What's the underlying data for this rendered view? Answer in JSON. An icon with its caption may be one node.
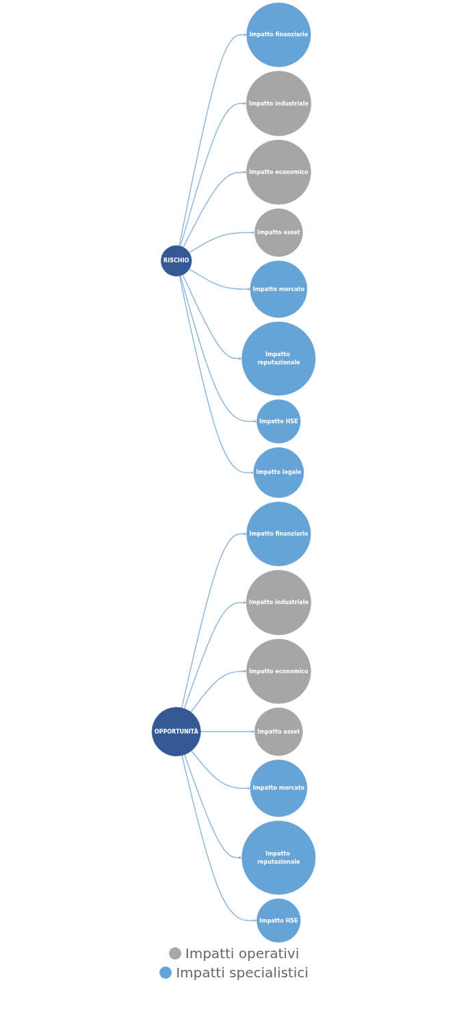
{
  "diagram": {
    "nodes": [
      {
        "text": [
          "RISCHIO"
        ]
      },
      {
        "text": [
          "Impatto finanziario"
        ]
      },
      {
        "text": [
          "Impatto industriale"
        ]
      },
      {
        "text": [
          "Impatto economico"
        ]
      },
      {
        "text": [
          "Impatto asset"
        ]
      },
      {
        "text": [
          "Impatto mercato"
        ]
      },
      {
        "text": [
          "Impatto reputazionale"
        ]
      },
      {
        "text": [
          "Impatto HSE"
        ]
      },
      {
        "text": [
          "Impatto legale"
        ]
      },
      {
        "text": [
          "OPPORTUNITÀ"
        ]
      },
      {
        "text": [
          "Impatto finanziario"
        ]
      },
      {
        "text": [
          "Impatto industriale"
        ]
      },
      {
        "text": [
          "Impatto economico"
        ]
      },
      {
        "text": [
          "Impatto asset"
        ]
      },
      {
        "text": [
          "Impatto mercato"
        ]
      },
      {
        "text": [
          "Impatto reputazionale"
        ]
      },
      {
        "text": [
          "Impatto HSE"
        ]
      }
    ],
    "edges": [
      {
        "from": 0,
        "to": 1,
        "arrow": "to"
      },
      {
        "from": 0,
        "to": 2,
        "arrow": "to"
      },
      {
        "from": 0,
        "to": 3,
        "arrow": "to"
      },
      {
        "from": 0,
        "to": 4,
        "arrow": "to"
      },
      {
        "from": 0,
        "to": 5,
        "arrow": "to"
      },
      {
        "from": 0,
        "to": 6,
        "arrow": "to"
      },
      {
        "from": 0,
        "to": 7,
        "arrow": "to"
      },
      {
        "from": 0,
        "to": 8,
        "arrow": "to"
      },
      {
        "from": 9,
        "to": 10,
        "arrow": "to"
      },
      {
        "from": 9,
        "to": 11,
        "arrow": "to"
      },
      {
        "from": 9,
        "to": 12,
        "arrow": "to"
      },
      {
        "from": 9,
        "to": 13,
        "arrow": "to"
      },
      {
        "from": 9,
        "to": 14,
        "arrow": "to"
      },
      {
        "from": 9,
        "to": 15,
        "arrow": "to"
      },
      {
        "from": 9,
        "to": 16,
        "arrow": "to"
      }
    ],
    "legend": [
      {
        "text": "Impatti operativi",
        "color": "#a6a6a6"
      },
      {
        "text": "Impatti specialistici",
        "color": "#66a3d6"
      }
    ]
  }
}
